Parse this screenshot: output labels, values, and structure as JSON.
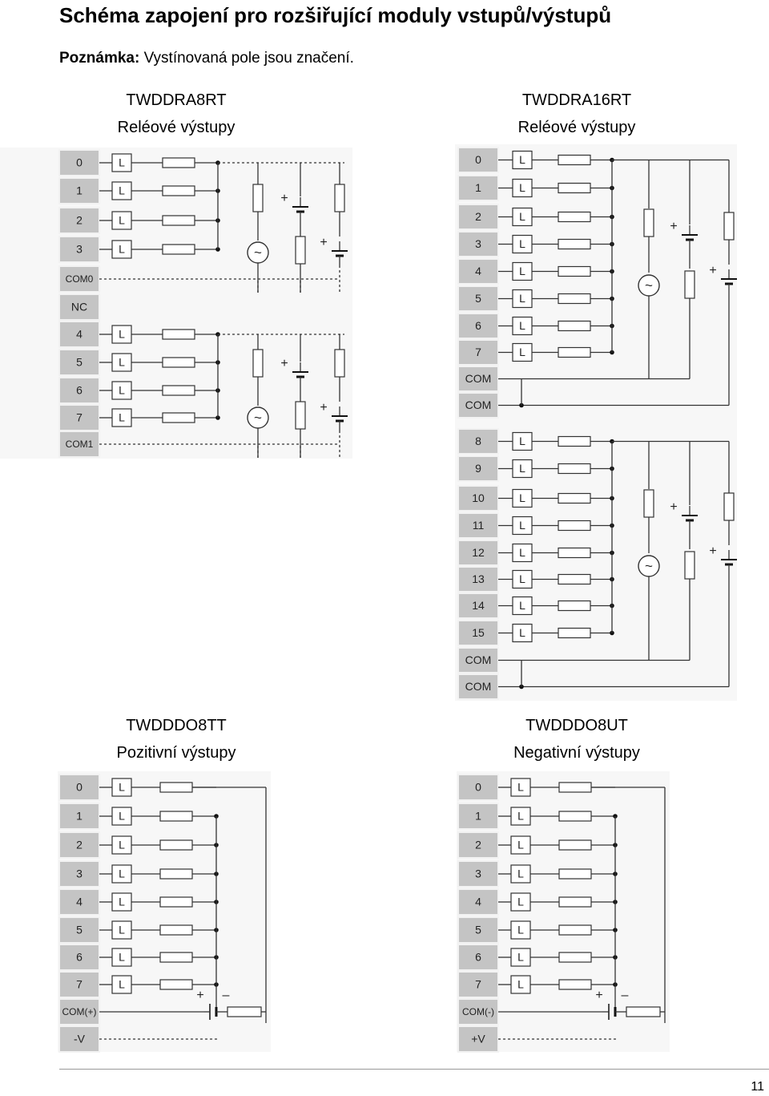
{
  "page": {
    "title": "Schéma zapojení pro rozšiřující moduly vstupů/výstupů",
    "note_label": "Poznámka:",
    "note_text": "Vystínovaná pole jsou značení.",
    "page_number": "11"
  },
  "colors": {
    "terminal_fill": "#c4c4c4",
    "line": "#333333",
    "frame": "#e8e8e8"
  },
  "load_label": "L",
  "symbols": {
    "ac_source": "~",
    "plus": "+",
    "minus": "–"
  },
  "modules": [
    {
      "id": "TWDDRA8RT",
      "name": "TWDDRA8RT",
      "subtitle": "Reléové výstupy",
      "type": "relay",
      "groups": [
        {
          "terminals": [
            "0",
            "1",
            "2",
            "3"
          ],
          "extra": [
            "COM0"
          ]
        },
        {
          "terminals": [
            "NC"
          ],
          "spacer": true
        },
        {
          "terminals": [
            "4",
            "5",
            "6",
            "7"
          ],
          "extra": [
            "COM1"
          ]
        }
      ]
    },
    {
      "id": "TWDDRA16RT",
      "name": "TWDDRA16RT",
      "subtitle": "Reléové výstupy",
      "type": "relay",
      "groups": [
        {
          "terminals": [
            "0",
            "1",
            "2",
            "3",
            "4",
            "5",
            "6",
            "7"
          ],
          "extra": [
            "COM",
            "COM"
          ]
        },
        {
          "terminals": [
            "8",
            "9",
            "10",
            "11",
            "12",
            "13",
            "14",
            "15"
          ],
          "extra": [
            "COM",
            "COM"
          ]
        }
      ]
    },
    {
      "id": "TWDDDO8TT",
      "name": "TWDDDO8TT",
      "subtitle": "Pozitivní výstupy",
      "type": "positive",
      "terminals": [
        "0",
        "1",
        "2",
        "3",
        "4",
        "5",
        "6",
        "7"
      ],
      "extra": [
        "COM(+)",
        "-V"
      ]
    },
    {
      "id": "TWDDDO8UT",
      "name": "TWDDDO8UT",
      "subtitle": "Negativní výstupy",
      "type": "negative",
      "terminals": [
        "0",
        "1",
        "2",
        "3",
        "4",
        "5",
        "6",
        "7"
      ],
      "extra": [
        "COM(-)",
        "+V"
      ]
    }
  ]
}
